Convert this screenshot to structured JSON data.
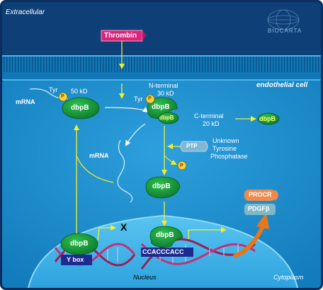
{
  "regions": {
    "extracellular": "Extracellular",
    "cell": "endothelial cell",
    "nucleus": "Nucleus",
    "cytoplasm": "Cytoplasm"
  },
  "logo": {
    "text": "BIOCARTA"
  },
  "ligand": {
    "label": "Thrombin"
  },
  "protein": {
    "label": "dbpB"
  },
  "phospho": {
    "tyr": "Tyr",
    "p": "P"
  },
  "left_complex": {
    "size": "50 kD",
    "mrna": "mRNA"
  },
  "n_terminal": {
    "line1": "N-terminal",
    "line2": "30 kD"
  },
  "c_terminal": {
    "line1": "C-terminal",
    "line2": "20 kD"
  },
  "mrna_free": "mRNA",
  "ptp": {
    "label": "PTP",
    "line1": "Unknown",
    "line2": "Tyrosine",
    "line3": "Phosphatase"
  },
  "ybox": {
    "label": "Y box",
    "blocked": "X"
  },
  "promoter": {
    "seq": "CCACCCACC"
  },
  "targets": {
    "procr": "PROCR",
    "pdgf": "PDGFβ"
  },
  "colors": {
    "extracellular_bg": "#0e3f77",
    "cell_bg": "#1a88c9",
    "membrane": "#0f6aa6",
    "nucleus": "#3fb1e6",
    "protein": "#13963a",
    "arrow": "#f3ee2c",
    "thrombin": "#d8257a",
    "ybox": "#1d2a8f",
    "target_arrow": "#e8771b"
  }
}
